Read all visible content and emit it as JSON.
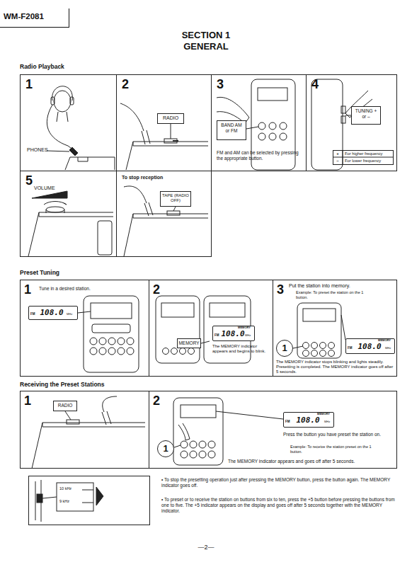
{
  "diagram": {
    "title": "SECTION 1 GENERAL",
    "nodes": [
      {
        "text": [
          "WM-F2081"
        ]
      },
      {
        "text": [
          "1",
          "PHONES"
        ]
      },
      {
        "text": [
          "2"
        ]
      },
      {
        "text": [
          "RADIO"
        ],
        "in": 2
      },
      {
        "text": [
          "3",
          "FM and AM can be selected by pressing the appropriate button."
        ]
      },
      {
        "text": [
          "BAND AM or FM"
        ],
        "in": 4
      },
      {
        "text": [
          "4"
        ]
      },
      {
        "text": [
          "TUNING + or –"
        ],
        "in": 6
      },
      {
        "text": [
          "+",
          "For higher frequency",
          "–",
          "For lower frequency"
        ],
        "in": 6
      },
      {
        "text": [
          "5",
          "VOLUME"
        ]
      },
      {
        "text": [
          "To stop reception"
        ]
      },
      {
        "text": [
          "TAPE (RADIO OFF)"
        ],
        "in": 10
      },
      {
        "text": [
          "1",
          "Tune in a desired station."
        ]
      },
      {
        "text": [
          "FM",
          "108.0",
          "MHz"
        ],
        "in": 12
      },
      {
        "text": [
          "2",
          "The MEMORY indicator appears and begins to blink."
        ]
      },
      {
        "text": [
          "MEMORY"
        ],
        "in": 14
      },
      {
        "text": [
          "MEMORY",
          "FM",
          "108.0",
          "MHz"
        ],
        "in": 14
      },
      {
        "text": [
          "3",
          "Put the station into memory.",
          "Example: To preset the station on the 1 button.",
          "The MEMORY indicator stops blinking and lights steadily. Presetting is completed. The MEMORY indicator goes off after 5 seconds."
        ]
      },
      {
        "text": [
          "1"
        ],
        "in": 17
      },
      {
        "text": [
          "MEMORY",
          "FM",
          "108.0",
          "MHz"
        ],
        "in": 17
      },
      {
        "text": [
          "1"
        ]
      },
      {
        "text": [
          "RADIO"
        ],
        "in": 20
      },
      {
        "text": [
          "2",
          "Press the button you have preset the station on.",
          "Example: To receive the station preset on the 1 button.",
          "The MEMORY indicator appears and goes off after 5 seconds."
        ]
      },
      {
        "text": [
          "MEMORY",
          "FM",
          "108.0",
          "MHz"
        ],
        "in": 22
      },
      {
        "text": [
          "1"
        ],
        "in": 22
      },
      {
        "text": [
          "10 kHz",
          "9 kHz"
        ]
      }
    ],
    "labels": [
      "Radio Playback",
      "Preset Tuning",
      "Receiving the Preset Stations",
      "• To stop the presetting operation just after pressing the MEMORY button, press the button again. The MEMORY indicator goes off.",
      "• To preset or to receive the station on buttons from six to ten, press the +5 button before pressing the buttons from one to five. The +5 indicator appears on the display and goes off after 5 seconds together with the MEMORY indicator.",
      "—2—"
    ]
  }
}
